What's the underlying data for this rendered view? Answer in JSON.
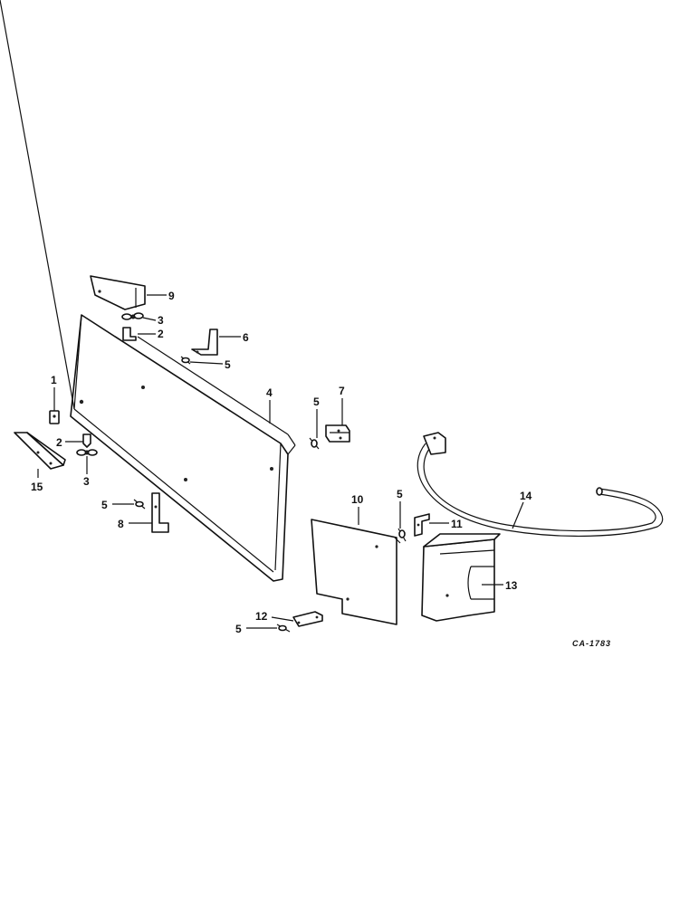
{
  "diagram": {
    "callouts": {
      "c1": "1",
      "c2a": "2",
      "c2b": "2",
      "c3a": "3",
      "c3b": "3",
      "c4": "4",
      "c5a": "5",
      "c5b": "5",
      "c5c": "5",
      "c5d": "5",
      "c5e": "5",
      "c6": "6",
      "c7": "7",
      "c8": "8",
      "c9": "9",
      "c10": "10",
      "c11": "11",
      "c12": "12",
      "c13": "13",
      "c14": "14",
      "c15": "15"
    },
    "drawing_code": "CA-1783"
  }
}
